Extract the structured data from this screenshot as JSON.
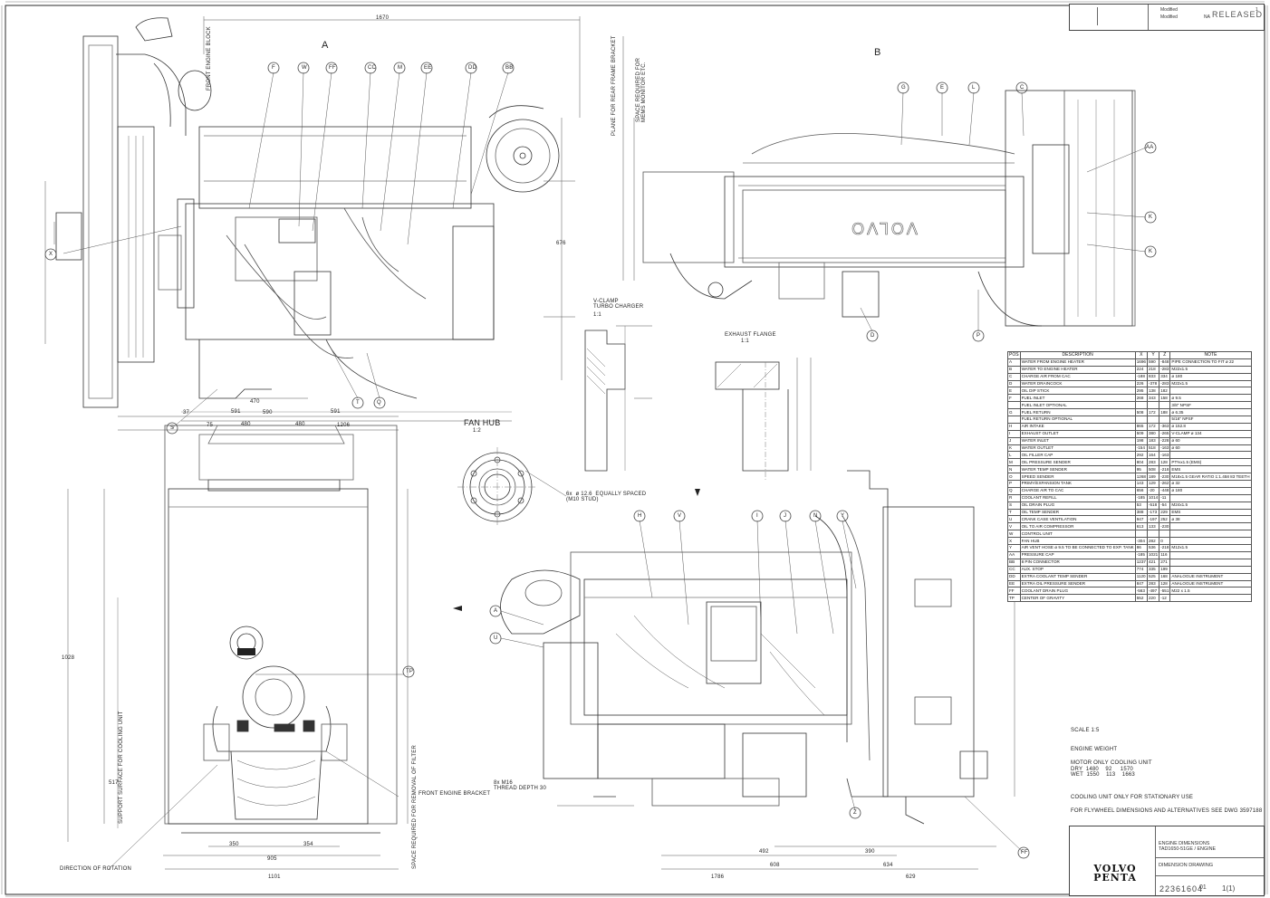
{
  "views": {
    "A": "A",
    "B": "B",
    "fan_hub": "FAN HUB",
    "fan_hub_scale": "1:2",
    "vclamp": "V-CLAMP\nTURBO CHARGER",
    "vclamp_scale": "1:1",
    "exhaust_flange": "EXHAUST FLANGE",
    "exhaust_scale": "1:1"
  },
  "callouts_top": [
    "F",
    "W",
    "FF",
    "CC",
    "M",
    "EE",
    "DD",
    "BB"
  ],
  "callouts_b": [
    "G",
    "E",
    "L",
    "C",
    "AA",
    "K",
    "K",
    "D",
    "P"
  ],
  "callouts_bottom": [
    "H",
    "V",
    "I",
    "J",
    "N",
    "Y",
    "A",
    "U",
    "Z",
    "TP",
    "FF",
    "Q",
    "X",
    "S",
    "T"
  ],
  "dims": {
    "d1670": "1670",
    "d1206": "1206",
    "d590": "590",
    "d470": "470",
    "d75": "75",
    "d37": "37",
    "d591a": "591",
    "d591b": "591",
    "d480a": "480",
    "d480b": "480",
    "d350": "350",
    "d354": "354",
    "d905": "905",
    "d1101": "1101",
    "d1028": "1028",
    "d517": "517",
    "d1786": "1786",
    "d676": "676",
    "d634": "634",
    "d629": "629",
    "d492": "492",
    "d390": "390",
    "d608": "608"
  },
  "notes": {
    "front_engine_block": "FRONT ENGINE BLOCK",
    "front_engine_bracket": "FRONT ENGINE BRACKET",
    "direction_of_rotation": "DIRECTION OF ROTATION",
    "support_surface": "SUPPORT SURFACE FOR COOLING UNIT",
    "space_required": "SPACE REQUIRED FOR REMOVAL OF FILTER",
    "thread_depth": "8x M16\nTHREAD DEPTH 30",
    "equally_spaced": "6x  ø 12.6  EQUALLY SPACED\n(M10 STUD)",
    "scale": "SCALE 1:5",
    "engine_weight": "ENGINE WEIGHT",
    "motor_only": "MOTOR ONLY",
    "cooling_unit": "COOLING UNIT",
    "weights": "DRY  1480    92     1570\nWET  1550    113    1663",
    "cooling_unit_note": "COOLING UNIT ONLY FOR STATIONARY USE",
    "flywheel_note": "FOR FLYWHEEL DIMENSIONS AND ALTERNATIVES SEE DWG 3597188",
    "plane_rear": "PLANE FOR REAR FRAME BRACKET",
    "space_required_b": "SPACE REQUIRED FOR\nMEMS MONITOR ETC.",
    "volvo_casting": "VOLVO"
  },
  "title_top": {
    "released": "RELEASED",
    "rev_a": "Modified",
    "rev_b": "Modified",
    "rev_na": "NA",
    "page": "1"
  },
  "position_table": {
    "headers": [
      "POS",
      "DESCRIPTION",
      "X",
      "Y",
      "Z",
      "NOTE"
    ],
    "rows": [
      [
        "A",
        "WATER FROM ENGINE HEATER",
        "1696",
        "590",
        "-848",
        "PIPE CONNECTION TO FIT    ø 22"
      ],
      [
        "B",
        "WATER TO ENGINE HEATER",
        "224",
        "218",
        "-283",
        "M22x1.5"
      ],
      [
        "C",
        "CHARGE AIR FROM CAC",
        "-188",
        "833",
        "334",
        "ø 180"
      ],
      [
        "D",
        "WATER DRAINCOCK",
        "226",
        "-378",
        "-283",
        "M22x1.5"
      ],
      [
        "E",
        "OIL DIP STICK",
        "295",
        "138",
        "182",
        ""
      ],
      [
        "F",
        "FUEL INLET",
        "268",
        "343",
        "158",
        "ø 9.5"
      ],
      [
        "",
        "FUEL INLET OPTIONAL",
        "",
        "",
        "",
        "3/8\" NPSF"
      ],
      [
        "G",
        "FUEL RETURN",
        "508",
        "172",
        "188",
        "ø 6.35"
      ],
      [
        "",
        "FUEL RETURN OPTIONAL",
        "",
        "",
        "",
        "5/16\" NPSF"
      ],
      [
        "H",
        "AIR INTAKE",
        "865",
        "172",
        "-363",
        "ø 152.8"
      ],
      [
        "I",
        "EXHAUST OUTLET",
        "509",
        "380",
        "-265",
        "V-CLAMP    ø 134"
      ],
      [
        "J",
        "WATER INLET",
        "198",
        "183",
        "-228",
        "ø 60"
      ],
      [
        "K",
        "WATER OUTLET",
        "-154",
        "518",
        "-163",
        "ø 60"
      ],
      [
        "L",
        "OIL FILLER CAP",
        "292",
        "164",
        "-163",
        ""
      ],
      [
        "M",
        "OIL PRESSURE SENDER",
        "804",
        "283",
        "128",
        "PT%x1.5 (EMS)"
      ],
      [
        "N",
        "WATER TEMP SENDER",
        "95",
        "508",
        "-218",
        "EMS"
      ],
      [
        "O",
        "SPEED SENDER",
        "1268",
        "189",
        "-230",
        "M18x1.5  GEAR RATIO 1:1.458  83 TEETH"
      ],
      [
        "P",
        "PRIMY/EXPANSION TANK",
        "143",
        "129",
        "-262",
        "ø 32"
      ],
      [
        "Q",
        "CHARGE AIR TO CAC",
        "656",
        "-20",
        "-448",
        "ø 180"
      ],
      [
        "R",
        "COOLANT REFILL",
        "-185",
        "1014",
        "-11",
        ""
      ],
      [
        "S",
        "OIL DRAIN PLUG",
        "53",
        "-518",
        "-54",
        "M24x1.5"
      ],
      [
        "T",
        "OIL TEMP SENDER",
        "388",
        "-173",
        "229",
        "EMS"
      ],
      [
        "U",
        "CRANK CASE VENTILATION",
        "947",
        "-197",
        "252",
        "ø 38"
      ],
      [
        "V",
        "OIL TO AIR COMPRESSOR",
        "613",
        "133",
        "-230",
        ""
      ],
      [
        "W",
        "CONTROL UNIT",
        "",
        "",
        "",
        ""
      ],
      [
        "X",
        "FAN HUB",
        "-304",
        "282",
        "0",
        ""
      ],
      [
        "Y",
        "AIR VENT HOSE    ø 9.5  TO BE CONNECTED TO EXP. TANK",
        "86",
        "536",
        "-218",
        "M12x1.5"
      ],
      [
        "AA",
        "PRESSURE CAP",
        "-185",
        "1021",
        "116",
        ""
      ],
      [
        "BB",
        "8 PIN CONNECTOR",
        "1237",
        "421",
        "271",
        ""
      ],
      [
        "CC",
        "AUX. STOP",
        "774",
        "335",
        "199",
        ""
      ],
      [
        "DD",
        "EXTRA COOLANT TEMP SENDER",
        "1120",
        "525",
        "168",
        "ANALOGUE INSTRUMENT"
      ],
      [
        "EE",
        "EXTRA OIL PRESSURE SENDER",
        "847",
        "283",
        "128",
        "ANALOGUE INSTRUMENT"
      ],
      [
        "FF",
        "COOLANT DRAIN PLUG",
        "-563",
        "-497",
        "-551",
        "M22 x 1.5"
      ],
      [
        "TP",
        "CENTER OF GRAVITY",
        "552",
        "220",
        "-12",
        ""
      ]
    ]
  },
  "title_bottom": {
    "brand_line1": "VOLVO",
    "brand_line2": "PENTA",
    "product": "ENGINE DIMENSIONS\nTAD1650-51GE / ENGINE",
    "title": "DIMENSION DRAWING",
    "doc_number": "22361604",
    "issue": "01",
    "sheet": "1(1)"
  },
  "colors": {
    "line": "#2a2a2a",
    "thin": "#555555",
    "background": "#ffffff"
  }
}
